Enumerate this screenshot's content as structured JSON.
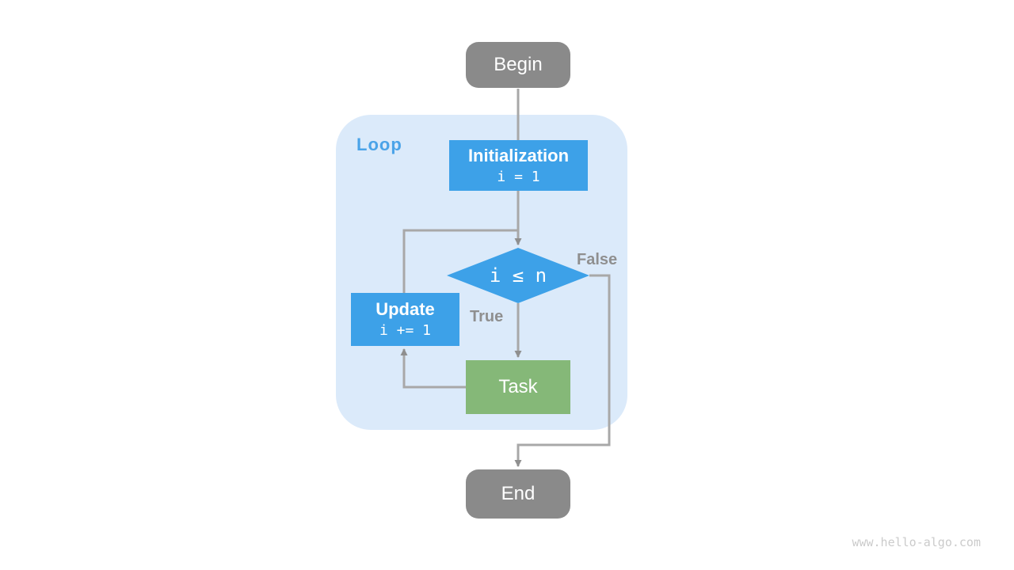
{
  "nodes": {
    "begin": {
      "label": "Begin"
    },
    "initialization": {
      "title": "Initialization",
      "code": "i = 1"
    },
    "condition": {
      "label": "i ≤ n"
    },
    "update": {
      "title": "Update",
      "code": "i += 1"
    },
    "task": {
      "label": "Task"
    },
    "end": {
      "label": "End"
    }
  },
  "loop": {
    "label": "Loop"
  },
  "edge_labels": {
    "true_branch": "True",
    "false_branch": "False"
  },
  "colors": {
    "terminal_gray": "#8a8a8a",
    "process_blue": "#3da1e8",
    "task_green": "#85b878",
    "loop_background": "#dbeafa",
    "loop_label_blue": "#4aa3e8",
    "connector_gray": "#a8a8a8",
    "arrowhead_gray": "#8f8f8f",
    "edge_label_gray": "#8f8f8f",
    "watermark_gray": "#cbcbcb"
  },
  "watermark": "www.hello-algo.com"
}
